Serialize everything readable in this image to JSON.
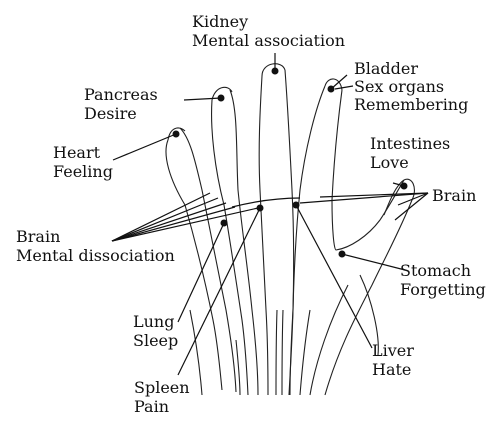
{
  "labels": {
    "kidney": {
      "line1": "Kidney",
      "line2": "Mental association"
    },
    "bladder": {
      "line1": "Bladder",
      "line2": "Sex organs",
      "line3": "Remembering"
    },
    "pancreas": {
      "line1": "Pancreas",
      "line2": "Desire"
    },
    "heart": {
      "line1": "Heart",
      "line2": "Feeling"
    },
    "intestines": {
      "line1": "Intestines",
      "line2": "Love"
    },
    "brain_right": {
      "line1": "Brain"
    },
    "brain_left": {
      "line1": "Brain",
      "line2": "Mental dissociation"
    },
    "stomach": {
      "line1": "Stomach",
      "line2": "Forgetting"
    },
    "lung": {
      "line1": "Lung",
      "line2": "Sleep"
    },
    "liver": {
      "line1": "Liver",
      "line2": "Hate"
    },
    "spleen": {
      "line1": "Spleen",
      "line2": "Pain"
    }
  }
}
